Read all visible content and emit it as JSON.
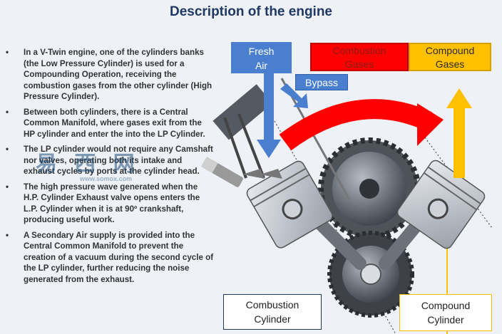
{
  "title": "Description of the engine",
  "bullet_glyph": "•",
  "bullets": [
    "In a V-Twin engine, one of the cylinders banks (the Low Pressure Cylinder) is used for a Compounding Operation, receiving the combustion gases from the other cylinder (High Pressure Cylinder).",
    "Between both cylinders, there is a Central Common Manifold, where gases exit from the HP cylinder and enter the into the LP Cylinder.",
    "The LP cylinder would not require any Camshaft nor valves, operating both its intake and exhaust cycles by ports at the cylinder head.",
    "The high pressure wave generated when the H.P. Cylinder Exhaust valve opens enters the L.P. Cylinder when it is at 90º crankshaft, producing useful work.",
    "A Secondary Air supply is provided into the Central Common Manifold to prevent the creation of a vacuum during the second cycle of the LP cylinder, further reducing the noise generated from the exhaust."
  ],
  "labels": {
    "fresh_air_1": "Fresh",
    "fresh_air_2": "Air",
    "bypass": "Bypass",
    "combustion_gases_1": "Combustion",
    "combustion_gases_2": "Gases",
    "compound_gases_1": "Compound",
    "compound_gases_2": "Gases",
    "combustion_cylinder_1": "Combustion",
    "combustion_cylinder_2": "Cylinder",
    "compound_cylinder_1": "Compound",
    "compound_cylinder_2": "Cylinder"
  },
  "watermark": {
    "chars": "易 西 网",
    "url": "www.somox.com"
  },
  "colors": {
    "title": "#1f3864",
    "fresh_air": "#4a7fd0",
    "combustion": "#ff0000",
    "compound": "#ffc000",
    "engine_metal": "#5a5e66",
    "background": "#eef1f6"
  }
}
